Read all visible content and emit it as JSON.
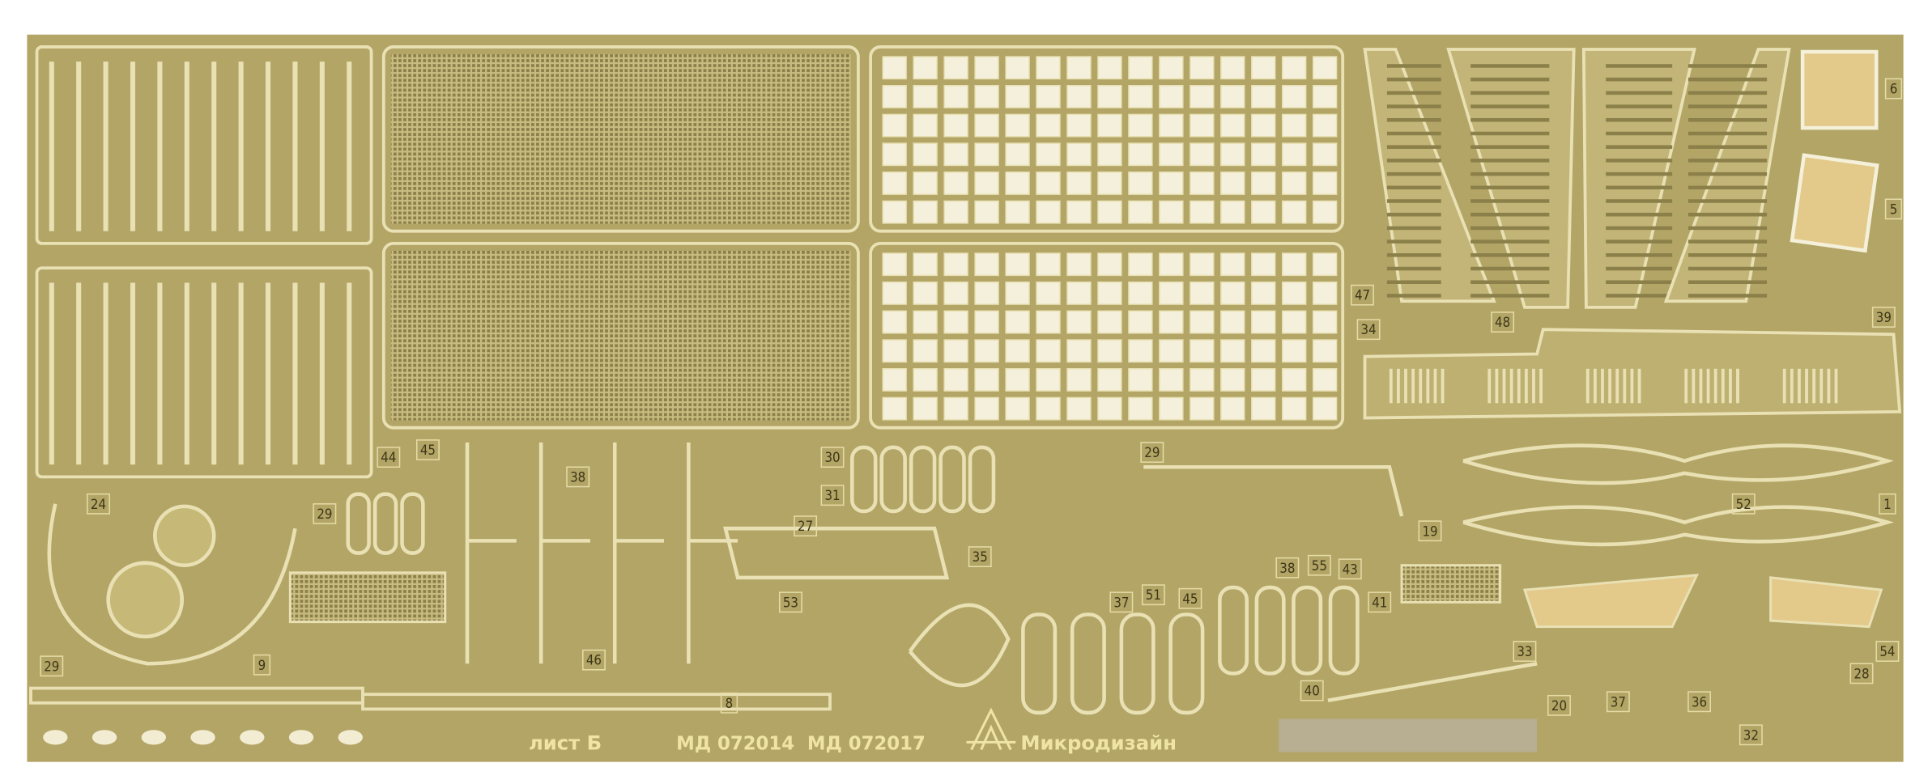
{
  "sheet": {
    "sheet_label": "лист Б",
    "product_codes": "МД 072014  МД 072017",
    "brand": "Микродизайн",
    "colors": {
      "brass": "#b3a566",
      "etched": "#e9e1b4",
      "shadow": "#8c804a",
      "paper": "#ffffff",
      "pad": "#b8ae92"
    }
  },
  "part_numbers": [
    "6",
    "5",
    "39",
    "47",
    "34",
    "48",
    "44",
    "45",
    "38",
    "30",
    "31",
    "29",
    "24",
    "29",
    "27",
    "35",
    "19",
    "52",
    "1",
    "53",
    "37",
    "51",
    "45",
    "38",
    "55",
    "43",
    "41",
    "33",
    "29",
    "9",
    "46",
    "8",
    "40",
    "20",
    "37",
    "36",
    "32",
    "28",
    "54"
  ]
}
